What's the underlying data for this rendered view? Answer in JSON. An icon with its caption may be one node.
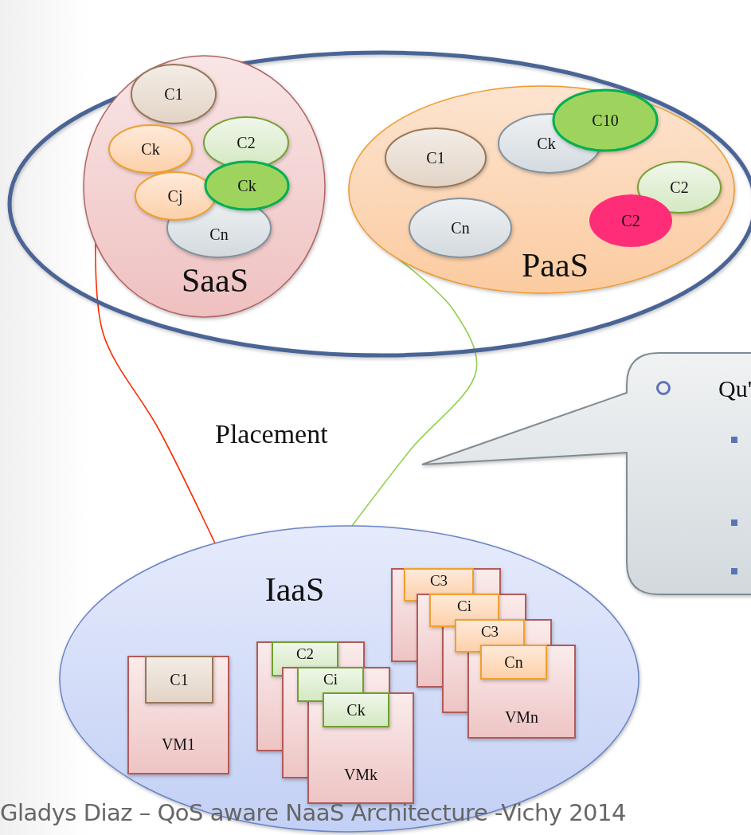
{
  "diagram": {
    "caption": "Gladys Diaz – QoS aware NaaS Architecture -Vichy 2014",
    "nodes": [
      {
        "text": [],
        "shape": "ellipse"
      },
      {
        "text": [
          "SaaS"
        ],
        "in": 0
      },
      {
        "text": [
          "C1"
        ],
        "in": 1
      },
      {
        "text": [
          "Ck"
        ],
        "in": 1
      },
      {
        "text": [
          "C2"
        ],
        "in": 1
      },
      {
        "text": [
          "Cn"
        ],
        "in": 1
      },
      {
        "text": [
          "Cj"
        ],
        "in": 1
      },
      {
        "text": [
          "Ck"
        ],
        "in": 1
      },
      {
        "text": [
          "PaaS"
        ],
        "in": 0
      },
      {
        "text": [
          "C1"
        ],
        "in": 8
      },
      {
        "text": [
          "Ck"
        ],
        "in": 8
      },
      {
        "text": [
          "C10"
        ],
        "in": 8
      },
      {
        "text": [
          "Cn"
        ],
        "in": 8
      },
      {
        "text": [
          "C2"
        ],
        "in": 8
      },
      {
        "text": [
          "C2"
        ],
        "in": 8
      },
      {
        "text": [
          "IaaS"
        ]
      },
      {
        "text": [
          "VM1"
        ],
        "in": 15
      },
      {
        "text": [
          "C1"
        ],
        "in": 16
      },
      {
        "text": [],
        "shape": "box",
        "in": 15
      },
      {
        "text": [
          "C2"
        ],
        "in": 18
      },
      {
        "text": [],
        "shape": "box",
        "in": 15
      },
      {
        "text": [
          "Ci"
        ]
      },
      {
        "text": [
          "VMk"
        ],
        "in": 15
      },
      {
        "text": [
          "Ck"
        ]
      },
      {
        "text": [],
        "shape": "box",
        "in": 15
      },
      {
        "text": [
          "C3"
        ],
        "in": 24
      },
      {
        "text": [],
        "shape": "box",
        "in": 15
      },
      {
        "text": [
          "Ci"
        ]
      },
      {
        "text": [],
        "shape": "box",
        "in": 15
      },
      {
        "text": [
          "C3"
        ]
      },
      {
        "text": [
          "VMn"
        ],
        "in": 15
      },
      {
        "text": [
          "Cn"
        ]
      },
      {
        "text": [
          "Qu'"
        ]
      }
    ],
    "edges": [
      {
        "from": 1,
        "to": 15,
        "arrow": "none",
        "color": "#ff2a00"
      },
      {
        "from": 8,
        "to": 15,
        "arrow": "none",
        "color": "#92d050"
      }
    ],
    "labels": [
      "Placement"
    ]
  }
}
